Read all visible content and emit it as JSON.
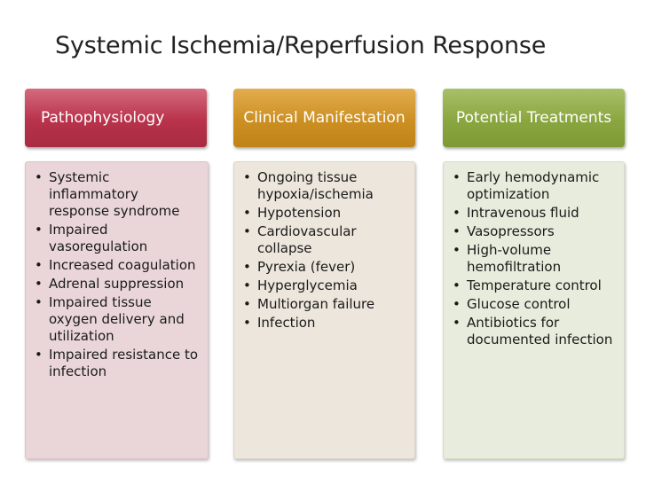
{
  "title": "Systemic Ischemia/Reperfusion Response",
  "columns": [
    {
      "header": "Pathophysiology",
      "items": [
        "Systemic inflammatory response syndrome",
        "Impaired vasoregulation",
        "Increased coagulation",
        "Adrenal suppression",
        "Impaired tissue oxygen delivery and utilization",
        "Impaired resistance to infection"
      ]
    },
    {
      "header": "Clinical Manifestation",
      "items": [
        "Ongoing tissue hypoxia/ischemia",
        "Hypotension",
        "Cardiovascular collapse",
        "Pyrexia (fever)",
        "Hyperglycemia",
        "Multiorgan failure",
        "Infection"
      ]
    },
    {
      "header": "Potential Treatments",
      "items": [
        "Early hemodynamic optimization",
        "Intravenous fluid",
        "Vasopressors",
        "High-volume hemofiltration",
        "Temperature control",
        "Glucose control",
        "Antibiotics for documented infection"
      ]
    }
  ],
  "colors": {
    "pathophysiology_header": "#b8324a",
    "pathophysiology_body": "#ead6d9",
    "clinical_header": "#cc8f22",
    "clinical_body": "#ece6dc",
    "treatments_header": "#8aa63f",
    "treatments_body": "#e7ecdc"
  }
}
